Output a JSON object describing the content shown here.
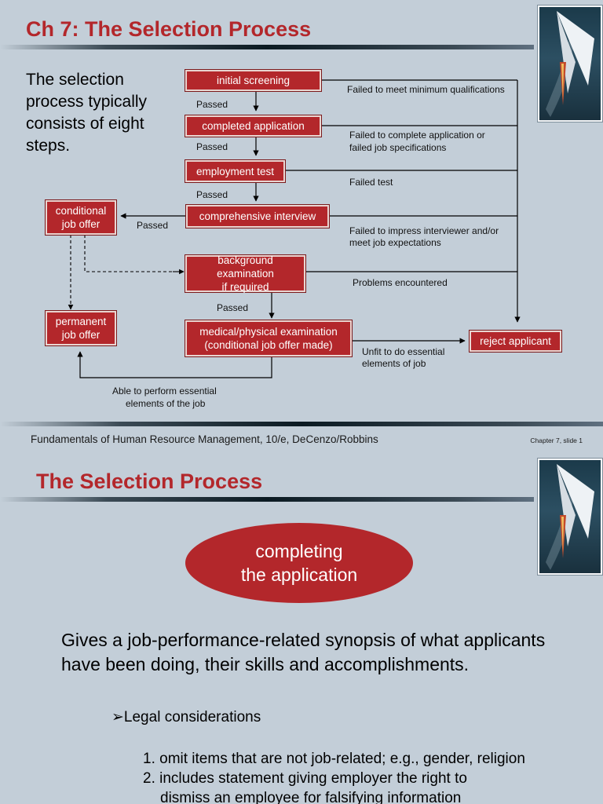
{
  "slide1": {
    "title": "Ch 7: The Selection Process",
    "intro": "The selection process typically consists of eight steps.",
    "boxes": {
      "initial_screening": "initial screening",
      "completed_application": "completed application",
      "employment_test": "employment test",
      "comprehensive_interview": "comprehensive interview",
      "background_line1": "background examination",
      "background_line2": "if required",
      "medical_line1": "medical/physical examination",
      "medical_line2": "(conditional job offer made)",
      "conditional_line1": "conditional",
      "conditional_line2": "job offer",
      "permanent_line1": "permanent",
      "permanent_line2": "job offer",
      "reject": "reject applicant"
    },
    "labels": {
      "passed": "Passed",
      "fail1": "Failed to meet minimum qualifications",
      "fail2_line1": "Failed to complete application or",
      "fail2_line2": "failed job specifications",
      "fail3": "Failed test",
      "fail4_line1": "Failed to impress interviewer and/or",
      "fail4_line2": "meet job expectations",
      "fail5": "Problems encountered",
      "fail6_line1": "Unfit to do essential",
      "fail6_line2": "elements of job",
      "able_line1": "Able to perform essential",
      "able_line2": "elements of the job"
    }
  },
  "footer": {
    "text": "Fundamentals of Human Resource Management, 10/e, DeCenzo/Robbins",
    "slide_no": "Chapter 7, slide 1"
  },
  "slide2": {
    "title": "The Selection Process",
    "oval_line1": "completing",
    "oval_line2": "the application",
    "paragraph": "Gives a job-performance-related synopsis of what applicants have been doing, their skills and accomplishments.",
    "bullet": "➢Legal considerations",
    "items": [
      "1. omit items that are not job-related; e.g., gender, religion",
      "2. includes statement giving employer the right to",
      "dismiss an employee for falsifying information"
    ]
  }
}
